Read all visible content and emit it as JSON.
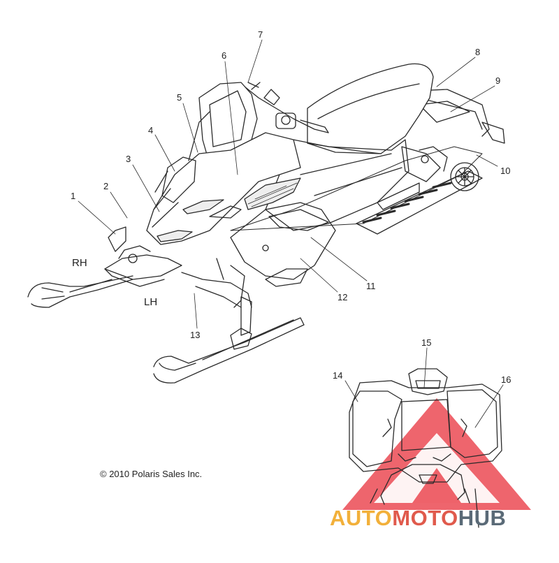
{
  "diagram": {
    "callouts": [
      "1",
      "2",
      "3",
      "4",
      "5",
      "6",
      "7",
      "8",
      "9",
      "10",
      "11",
      "12",
      "13",
      "14",
      "15",
      "16"
    ],
    "side_labels": {
      "rh": "RH",
      "lh": "LH"
    },
    "copyright": "© 2010 Polaris Sales Inc."
  },
  "watermark": {
    "part1": "AUTO",
    "part2": "MOTO",
    "part3": "HUB",
    "colors": {
      "auto": "#f2b03a",
      "moto": "#e05a4c",
      "hub": "#5a6a77",
      "triangle": "#e8323c"
    }
  }
}
